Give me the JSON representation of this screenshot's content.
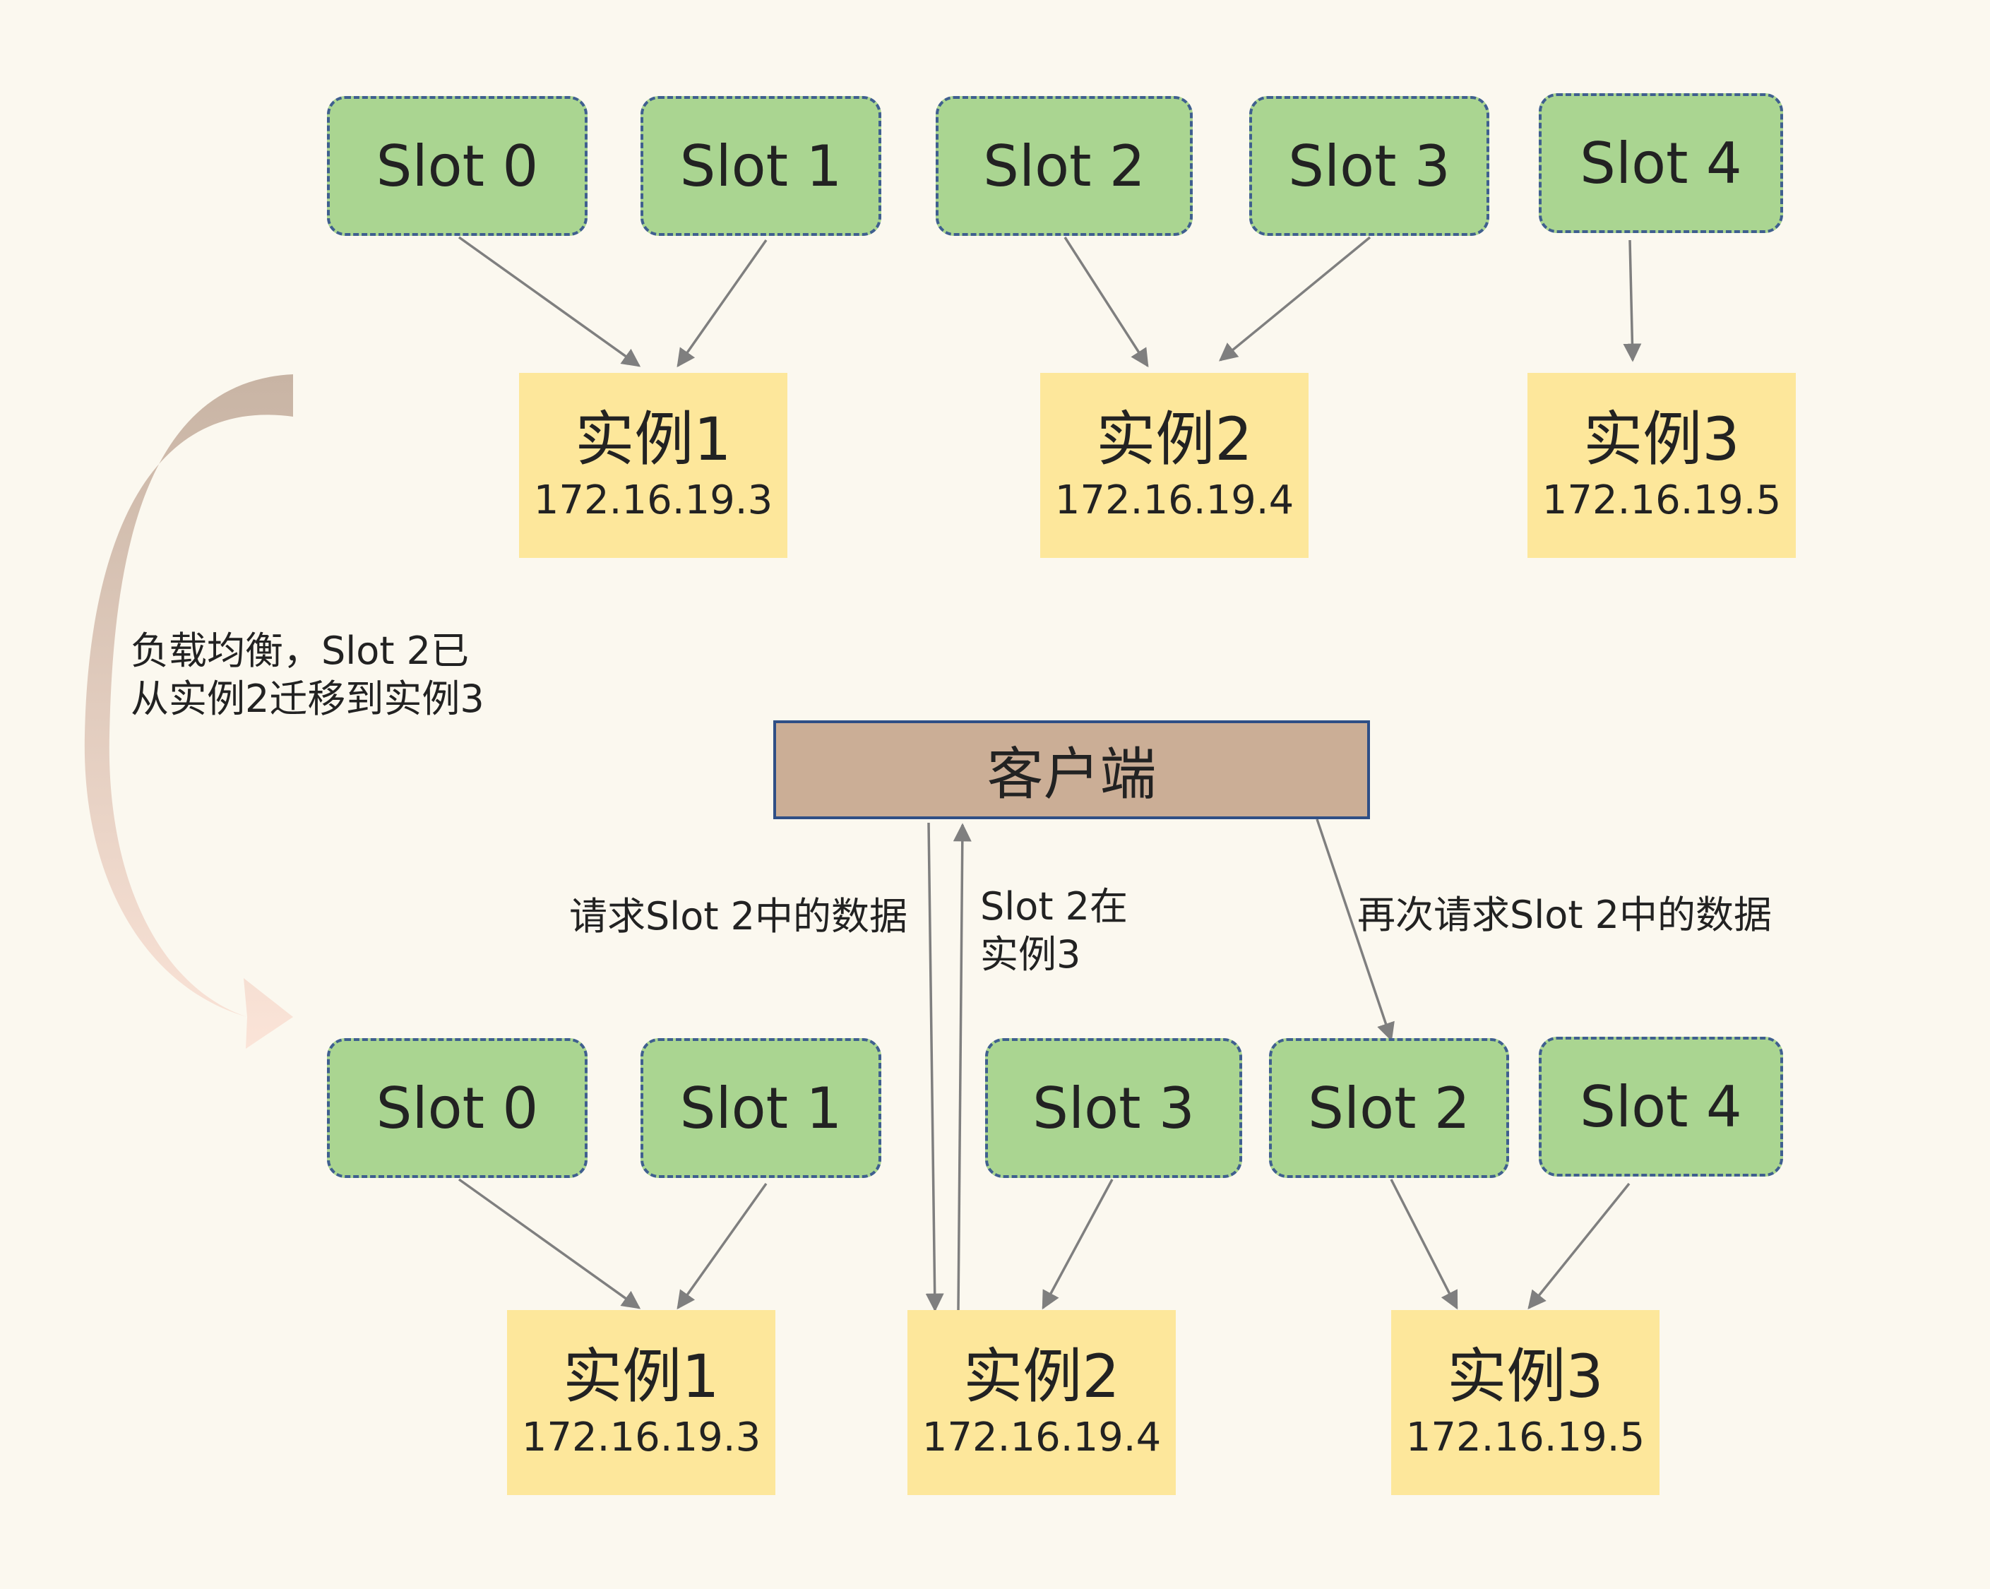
{
  "top": {
    "slots": [
      "Slot 0",
      "Slot 1",
      "Slot 2",
      "Slot 3",
      "Slot 4"
    ],
    "instances": [
      {
        "name": "实例1",
        "ip": "172.16.19.3"
      },
      {
        "name": "实例2",
        "ip": "172.16.19.4"
      },
      {
        "name": "实例3",
        "ip": "172.16.19.5"
      }
    ]
  },
  "migration": {
    "line1": "负载均衡，Slot 2已",
    "line2": "从实例2迁移到实例3"
  },
  "client": {
    "label": "客户端"
  },
  "requests": {
    "first": "请求Slot 2中的数据",
    "reply_line1": "Slot 2在",
    "reply_line2": "实例3",
    "second": "再次请求Slot 2中的数据"
  },
  "bottom": {
    "slots": [
      "Slot 0",
      "Slot 1",
      "Slot 3",
      "Slot 2",
      "Slot 4"
    ],
    "instances": [
      {
        "name": "实例1",
        "ip": "172.16.19.3"
      },
      {
        "name": "实例2",
        "ip": "172.16.19.4"
      },
      {
        "name": "实例3",
        "ip": "172.16.19.5"
      }
    ]
  },
  "colors": {
    "slot_fill": "#aad591",
    "slot_border": "#3f5f8f",
    "instance_fill": "#fde79b",
    "client_fill": "#cbae96",
    "client_border": "#2f4f86",
    "connector": "#7f7f7f",
    "background": "#fbf8ef"
  }
}
